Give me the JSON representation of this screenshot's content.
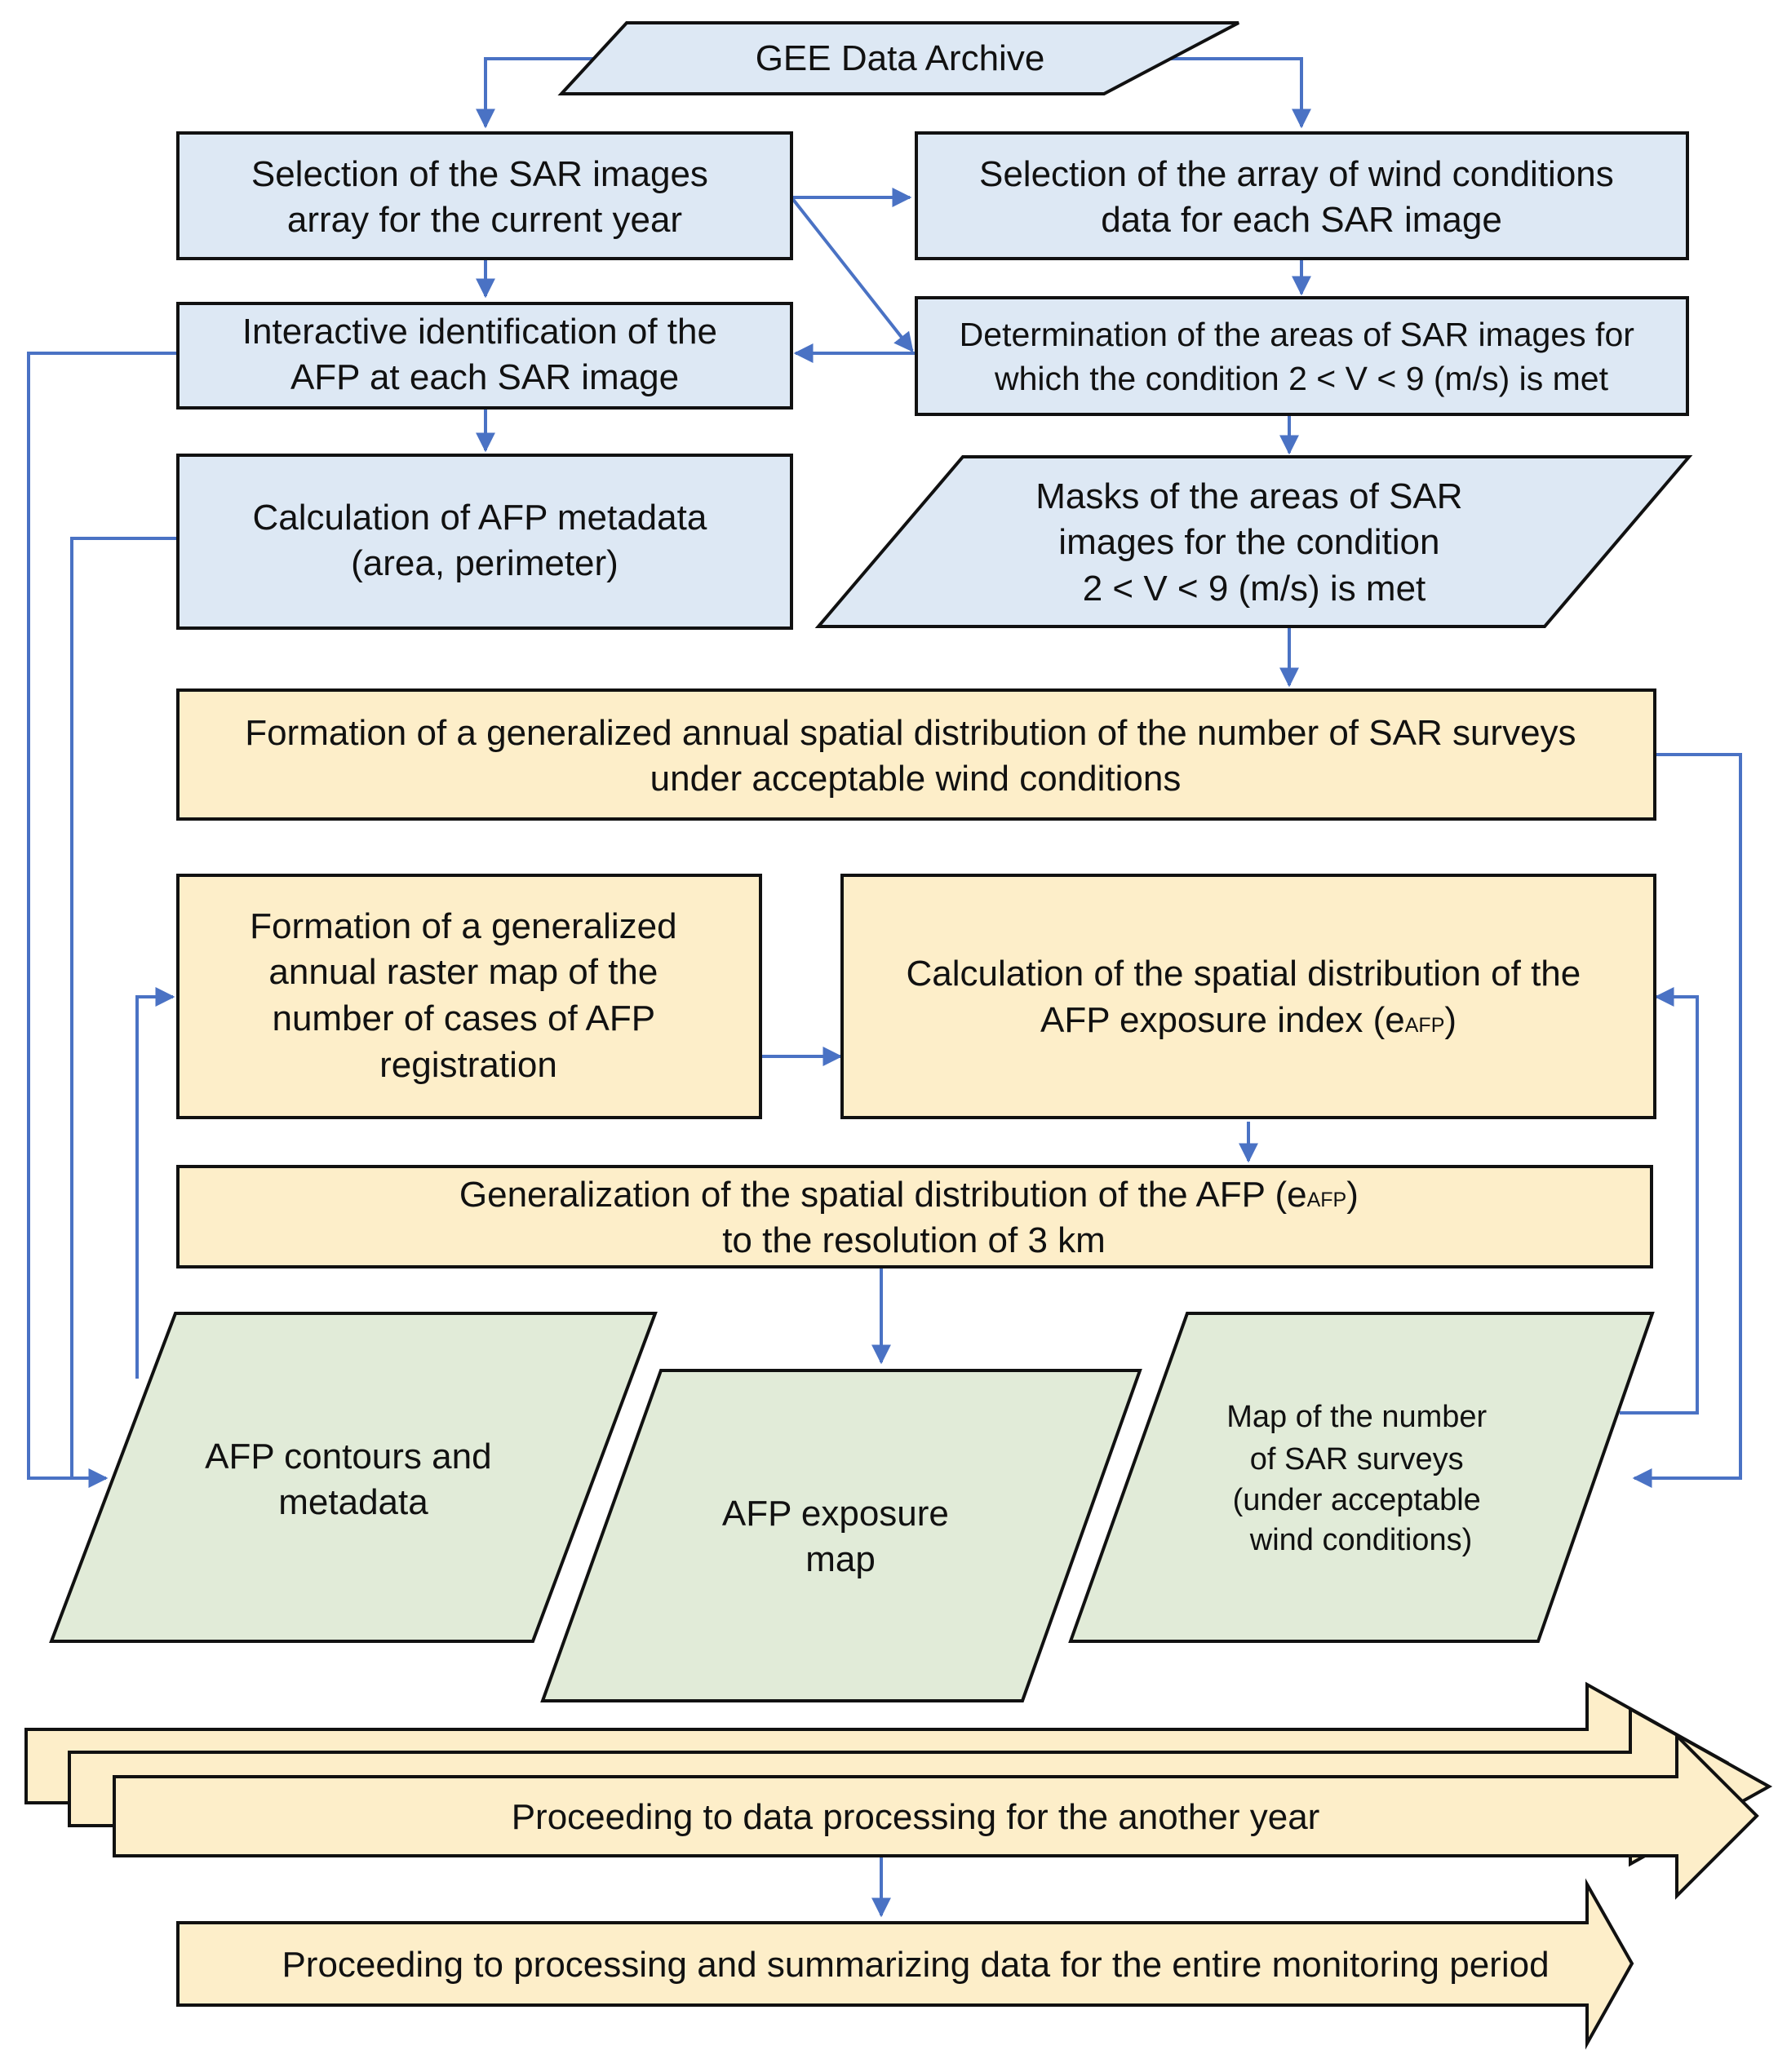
{
  "colors": {
    "blue_fill": "#dde8f4",
    "orange_fill": "#fdeec9",
    "green_fill": "#e1ebd8",
    "stroke": "#111111",
    "arrow": "#4a72c4"
  },
  "nodes": {
    "gee_archive": {
      "lines": [
        "GEE Data Archive"
      ]
    },
    "select_sar": {
      "lines": [
        "Selection of the SAR images",
        "array for the current year"
      ]
    },
    "select_wind": {
      "lines": [
        "Selection of the array of wind conditions",
        "data for each SAR image"
      ]
    },
    "interactive_afp": {
      "lines": [
        "Interactive identification of the",
        "AFP at each SAR image"
      ]
    },
    "determine_areas": {
      "lines": [
        "Determination of the areas of SAR images for",
        "which the condition 2 < V < 9 (m/s) is met"
      ]
    },
    "afp_metadata": {
      "lines": [
        "Calculation of AFP metadata",
        "(area, perimeter)"
      ]
    },
    "masks": {
      "lines": [
        "Masks of the areas of SAR",
        "images for the condition",
        "2 < V < 9 (m/s) is met"
      ]
    },
    "form_distribution": {
      "lines": [
        "Formation of a generalized annual spatial distribution of the number of SAR surveys",
        "under acceptable wind conditions"
      ]
    },
    "form_raster": {
      "lines": [
        "Formation of a generalized",
        "annual raster map of the",
        "number of cases of AFP",
        "registration"
      ]
    },
    "calc_exposure": {
      "line1": "Calculation of the spatial distribution of the",
      "line2_main": "AFP exposure index (e",
      "line2_sub": "AFP",
      "line2_end": ")"
    },
    "generalization": {
      "line1_main": "Generalization of the spatial distribution of the AFP (e",
      "line1_sub": "AFP",
      "line1_end": ")",
      "line2": "to the resolution of 3 km"
    },
    "afp_contours": {
      "lines": [
        "AFP contours and",
        "metadata"
      ]
    },
    "afp_exposure_map": {
      "lines": [
        "AFP exposure",
        "map"
      ]
    },
    "sar_survey_map": {
      "lines": [
        "Map of the number",
        "of SAR surveys",
        "(under acceptable",
        "wind conditions)"
      ]
    },
    "next_year": {
      "lines": [
        "Proceeding to data processing for the another year"
      ]
    },
    "summarize": {
      "lines": [
        "Proceeding to processing and summarizing data for the entire monitoring period"
      ]
    }
  }
}
